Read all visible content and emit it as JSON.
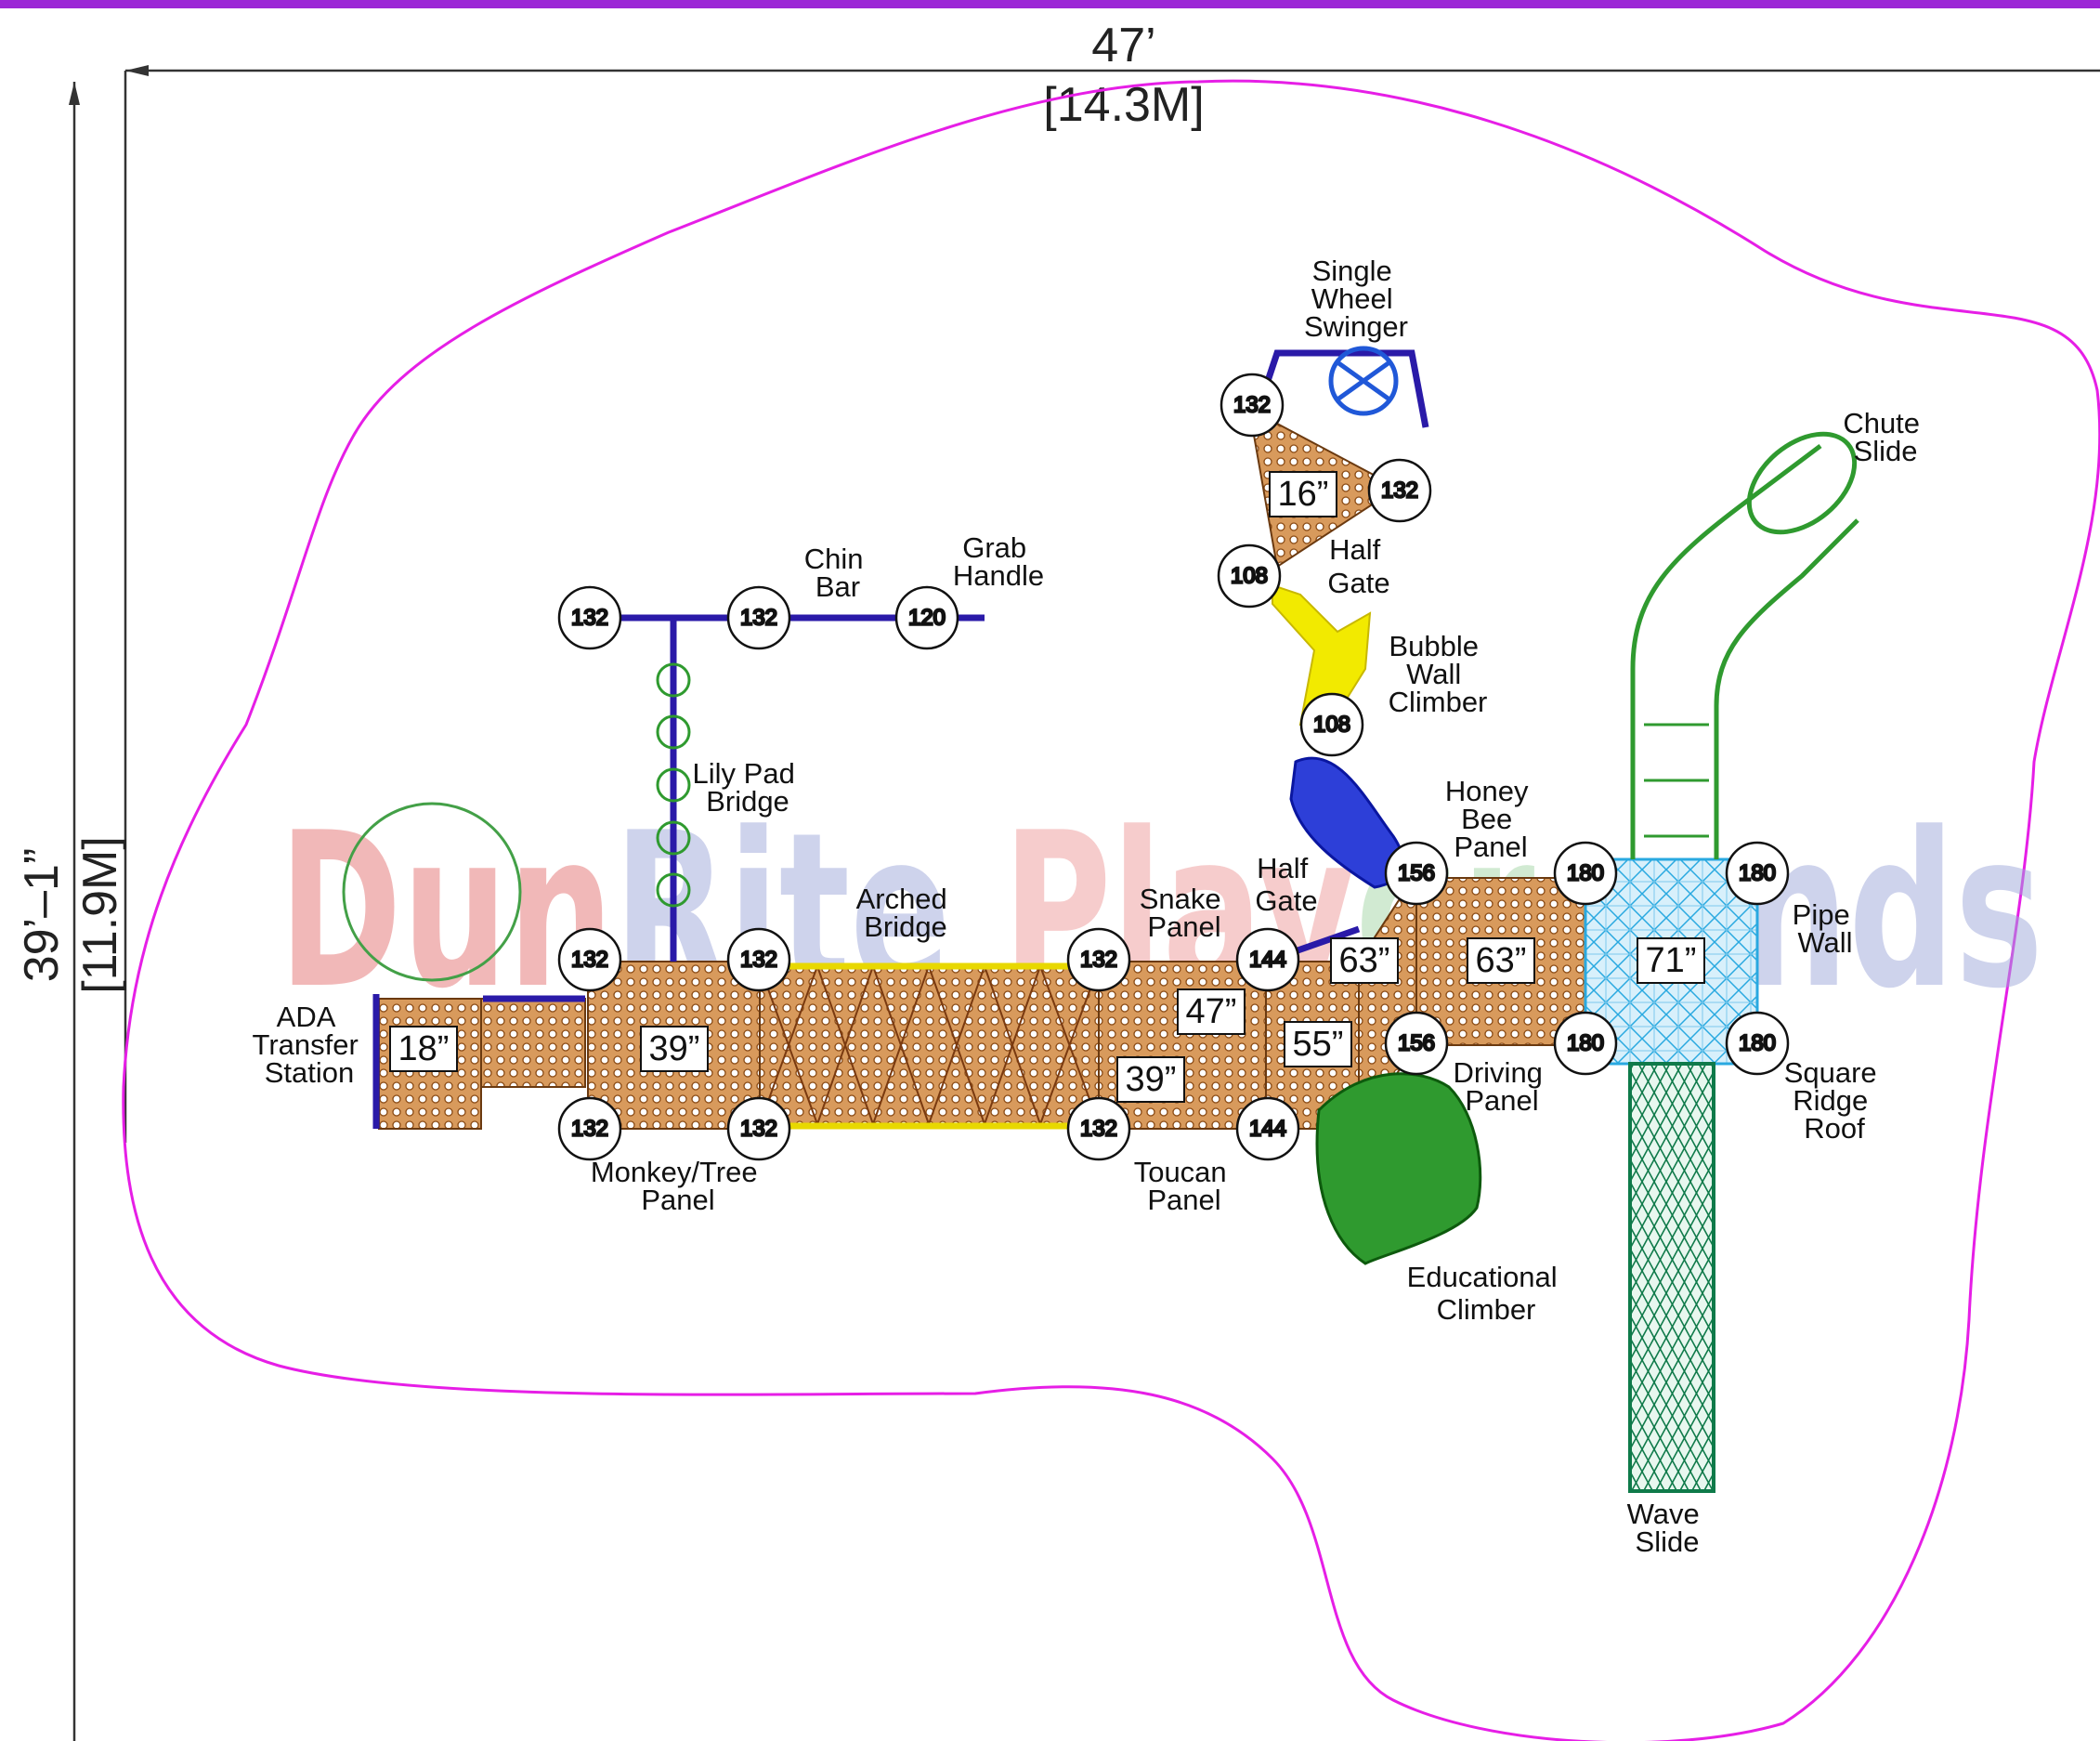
{
  "dimensions": {
    "width_ft": "47’",
    "width_m": "[14.3M]",
    "height_ft": "39’–1”",
    "height_m": "[11.9M]"
  },
  "watermark": {
    "text": "DunRite Playgrounds",
    "colors": [
      "#e53935",
      "#9e9e9e",
      "#3949ab",
      "#fdd835",
      "#43a047",
      "#e53935",
      "#7986cb"
    ]
  },
  "colors": {
    "border_top": "#9c27d6",
    "boundary": "#e61ee6",
    "deck": "#c8803e",
    "post": "#ffffff",
    "rail": "#2a1aa8",
    "chute_slide": "#2f9a2f",
    "wave_slide": "#0f7a4a",
    "roof": "#29a9e0",
    "bubble_climber": "#f2ea00",
    "swinger": "#2058d8"
  },
  "posts": [
    "132",
    "132",
    "120",
    "132",
    "132",
    "132",
    "132",
    "132",
    "132",
    "144",
    "144",
    "156",
    "156",
    "180",
    "180",
    "180",
    "180",
    "132",
    "132",
    "108",
    "108"
  ],
  "decks": [
    "18”",
    "39”",
    "47”",
    "39”",
    "55”",
    "63”",
    "63”",
    "71”",
    "16”"
  ],
  "labels": {
    "single_wheel_swinger": [
      "Single",
      "Wheel",
      "Swinger"
    ],
    "chute_slide": [
      "Chute",
      "Slide"
    ],
    "half_gate_top": [
      "Half",
      "Gate"
    ],
    "bubble_wall_climber": [
      "Bubble",
      "Wall",
      "Climber"
    ],
    "chin_bar": [
      "Chin",
      "Bar"
    ],
    "grab_handle": [
      "Grab",
      "Handle"
    ],
    "lily_pad_bridge": [
      "Lily Pad",
      "Bridge"
    ],
    "honey_bee_panel": [
      "Honey",
      "Bee",
      "Panel"
    ],
    "arched_bridge": [
      "Arched",
      "Bridge"
    ],
    "snake_panel": [
      "Snake",
      "Panel"
    ],
    "half_gate_mid": [
      "Half",
      "Gate"
    ],
    "pipe_wall": [
      "Pipe",
      "Wall"
    ],
    "ada_transfer_station": [
      "ADA",
      "Transfer",
      "Station"
    ],
    "driving_panel": [
      "Driving",
      "Panel"
    ],
    "square_ridge_roof": [
      "Square",
      "Ridge",
      "Roof"
    ],
    "monkey_tree_panel": [
      "Monkey/Tree",
      "Panel"
    ],
    "toucan_panel": [
      "Toucan",
      "Panel"
    ],
    "educational_climber": [
      "Educational",
      "Climber"
    ],
    "wave_slide": [
      "Wave",
      "Slide"
    ]
  }
}
